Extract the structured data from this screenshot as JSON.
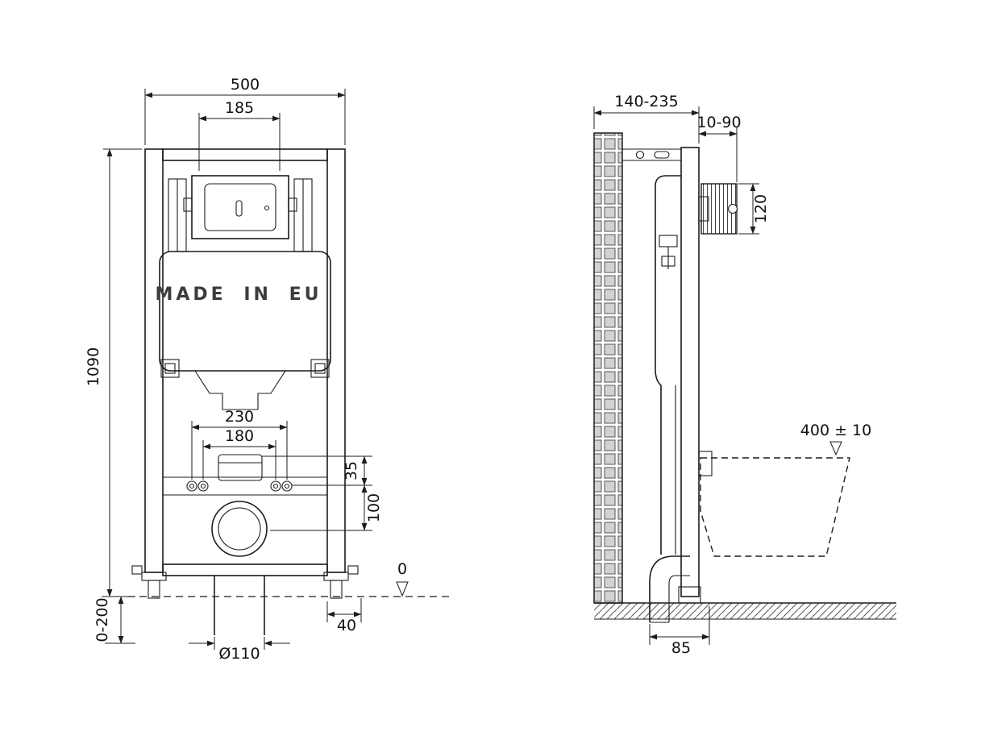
{
  "drawing": {
    "made_in_label": "MADE IN EU"
  },
  "front_view": {
    "dim_width": "500",
    "dim_plate_width": "185",
    "dim_height": "1090",
    "dim_outlet_span": "230",
    "dim_fixing_span": "180",
    "dim_offset_small": "35",
    "dim_offset_large": "100",
    "dim_zero_level": "0",
    "dim_side_offset": "40",
    "dim_leg_range": "0-200",
    "dim_drain_diameter": "Ø110"
  },
  "side_view": {
    "dim_depth_range": "140-235",
    "dim_plate_depth": "10-90",
    "dim_actuator_height": "120",
    "dim_bowl_height": "400 ± 10",
    "dim_drain_offset": "85"
  }
}
